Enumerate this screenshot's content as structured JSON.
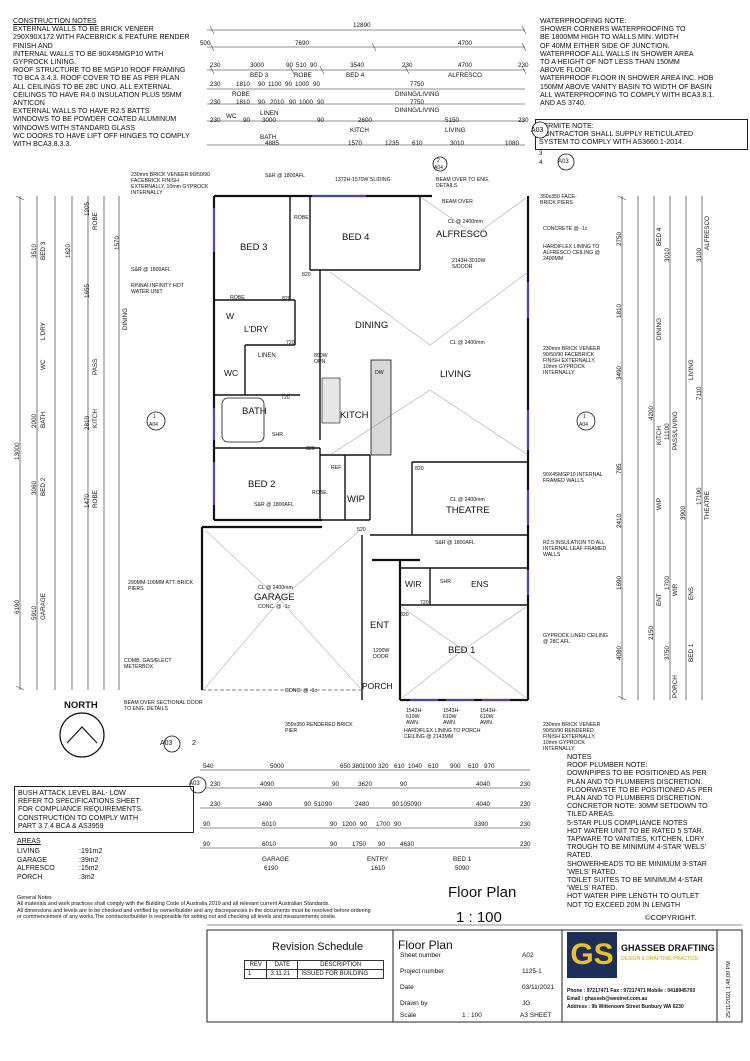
{
  "construction_notes": {
    "title": "CONSTRUCTION NOTES",
    "lines": [
      "EXTERNAL WALLS TO BE BRICK VENEER",
      "290X90X172 WITH FACEBRICK & FEATURE RENDER",
      "FINISH AND",
      "INTERNAL WALLS TO BE 90X45MGP10 WITH",
      "GYPROCK LINING.",
      "ROOF STRUCTURE TO BE MGP10 ROOF FRAMING",
      "TO BCA 3.4.3. ROOF COVER TO BE AS PER PLAN",
      "ALL CEILINGS TO BE 28C UNO. ALL EXTERNAL",
      "CEILINGS TO HAVE R4.0 INSULATION PLUS 55MM",
      "ANTICON",
      "EXTERNAL WALLS TO HAVE R2.5 BATTS",
      "WINDOWS TO BE POWDER COATED ALUMINUM",
      "WINDOWS WITH STANDARD GLASS",
      "WC DOORS TO HAVE LIFT OFF HINGES TO COMPLY",
      "WITH BCA3.8.3.3."
    ]
  },
  "waterproofing_notes": {
    "title": "WATERPROOFING NOTE:",
    "lines": [
      "SHOWER CORNERS WATERPROOFING TO",
      "BE 1800MM HIGH TO WALLS MIN. WIDTH",
      "OF 40MM EITHER SIDE OF JUNCTION.",
      "WATERPROOF ALL WALLS IN SHOWER AREA",
      "TO A HEIGHT OF NOT LESS THAN 150MM",
      "ABOVE FLOOR.",
      "WATERPROOF FLOOR IN SHOWER AREA INC. HOB",
      "150MM ABOVE VANITY BASIN TO WIDTH OF BASIN",
      "ALL WATERPROOFING TO COMPLY WITH BCA3.8.1.",
      "AND AS 3740."
    ]
  },
  "termite_note": {
    "title": "TERMITE NOTE:",
    "lines": [
      "CONTRACTOR SHALL SUPPLY RETICULATED",
      "SYSTEM TO COMPLY WITH AS3660.1-2014."
    ]
  },
  "top_dims": {
    "overall": "12890",
    "row1": [
      "500",
      "7690",
      "4700"
    ],
    "row2": [
      "230",
      "3000",
      "90",
      "510",
      "90",
      "3540",
      "230",
      "4700",
      "230"
    ],
    "row2_labels": [
      "BED 3",
      "ROBE",
      "BED 4",
      "ALFRESCO"
    ],
    "row3": [
      "230",
      "1810",
      "90",
      "1100",
      "90",
      "1000",
      "90",
      "7750"
    ],
    "row3_label": "DINING/LIVING",
    "row4": [
      "230",
      "1810",
      "90",
      "2010",
      "90",
      "1000",
      "90",
      "7750"
    ],
    "row4_labels": [
      "ROBE",
      "DINING/LIVING"
    ],
    "row5": [
      "230",
      "WC",
      "90",
      "3000",
      "90",
      "2600",
      "5150",
      "230"
    ],
    "row5_labels": [
      "LINEN",
      "KITCH",
      "LIVING"
    ],
    "row6": [
      "4885",
      "1570",
      "1235",
      "610",
      "3010",
      "1080"
    ],
    "row6_labels": [
      "BATH"
    ]
  },
  "rooms": {
    "bed3": "BED 3",
    "bed4": "BED 4",
    "alfresco": "ALFRESCO",
    "dining": "DINING",
    "living": "LIVING",
    "ldry": "L'DRY",
    "wc": "WC",
    "linen": "LINEN",
    "bath": "BATH",
    "kitch": "KITCH",
    "bed2": "BED 2",
    "wip": "WIP",
    "theatre": "THEATRE",
    "garage": "GARAGE",
    "wir": "WIR",
    "ens": "ENS",
    "ent": "ENT",
    "bed1": "BED 1",
    "porch": "PORCH",
    "robe": "ROBE",
    "shr": "SHR",
    "ref": "REF",
    "dw": "DW",
    "pass": "PASS"
  },
  "annotations": {
    "s_r_1800": "S&R @ 1800AFL",
    "sliding_1372": "1372H-1570W SLIDING",
    "beam_over_eng": "BEAM OVER TO ENG. DETAILS",
    "beam_over": "BEAM OVER",
    "facebrick_piers": "350x350 FACE-BRICK PIERS",
    "cl_2400": "CL @ 2400mm",
    "concrete": "CONCRETE @ -1c",
    "hardiflex_alfresco": "HARDIFLEX LINING TO ALFRESCO CEILING @ 2400MM",
    "sdoor": "2143H-3010W S/DOOR",
    "brick_veneer": "230mm BRICK VENEER 90/50/90 FACEBRICK FINISH EXTERNALLY, 10mm GYPROCK INTERNALLY",
    "rinnai": "RINNAI INFINITY HOT WATER UNIT",
    "s_r_1800b": "S&R @ 1800AFL",
    "internal_walls": "90X45MGP10 INTERNAL FRAMED WALLS",
    "insulation": "R2.5 INSULATION TO ALL INTERNAL LEAF FRAMED WALLS",
    "att_piers": "290MM-100MM ATT. BRICK PIERS",
    "gas_meter": "COMB. GAS/ELECT METERBOX",
    "conc_garage": "CONC. @ -1c",
    "gyprock_bed1": "GYPROCK LINED CEILING @ 28C AFL",
    "door_1200": "1200W DOOR",
    "conc_porch": "CONC. @ -1c",
    "beam_sectional": "BEAM OVER SECTIONAL DOOR TO ENG. DETAILS",
    "rendered_pier": "350x350 RENDERED BRICK PIER",
    "hardiflex_porch": "HARDIFLEX LINING TO PORCH CEILING @ 2143MM",
    "awn": "1543H-610W AWN.",
    "brick_veneer_b": "230mm BRICK VENEER 90/50/90 RENDERED FINISH EXTERNALLY, 10mm GYPROCK INTERNALLY",
    "opn": "800W OPN",
    "north": "NORTH",
    "d820": "820",
    "d720": "720",
    "d520": "520"
  },
  "section_markers": {
    "a03": "A03",
    "a04": "A04",
    "one": "1",
    "two": "2",
    "three": "3",
    "four": "4"
  },
  "left_dims": {
    "overall": "13000",
    "a": [
      "3510",
      "1205",
      "1655",
      "1820",
      "1570",
      "2000",
      "2810",
      "3060",
      "1470",
      "6190",
      "5910"
    ],
    "labels": [
      "BED 3",
      "ROBE",
      "L'DRY",
      "WC",
      "BATH",
      "BED 2",
      "GARAGE",
      "PASS",
      "KITCH",
      "ROBE",
      "DINING"
    ]
  },
  "right_dims": {
    "a": [
      "2750",
      "1810",
      "3490",
      "785",
      "2410",
      "1690",
      "4080",
      "7110",
      "17190",
      "3100",
      "3010",
      "4200",
      "11100",
      "3900",
      "1700",
      "2150",
      "3750"
    ],
    "labels": [
      "BED 4",
      "ALFRESCO",
      "DINING",
      "LIVING",
      "KITCH",
      "PASS/LIVING",
      "WIP",
      "THEATRE",
      "WIR",
      "ENT",
      "ENS",
      "BED 1",
      "PORCH"
    ]
  },
  "bottom_dims": {
    "row1": [
      "540",
      "5000",
      "650",
      "380",
      "1000",
      "320",
      "610",
      "1040",
      "610",
      "900",
      "610",
      "970"
    ],
    "row2": [
      "230",
      "4090",
      "90",
      "3620",
      "90",
      "4040",
      "230"
    ],
    "row3": [
      "230",
      "3490",
      "90",
      "510",
      "90",
      "2480",
      "90",
      "1050",
      "90",
      "4040",
      "230"
    ],
    "row4": [
      "90",
      "6010",
      "90",
      "1200",
      "90",
      "1700",
      "90",
      "3390",
      "230"
    ],
    "row5": [
      "90",
      "6010",
      "90",
      "1750",
      "90",
      "4630",
      "230"
    ],
    "row5_labels": [
      "GARAGE",
      "ENTRY",
      "BED 1"
    ],
    "row5_sub": [
      "6190",
      "1610",
      "5090"
    ]
  },
  "bal_note": [
    "BUSH ATTACK LEVEL BAL- LOW",
    "REFER TO SPECIFICATIONS SHEET",
    "FOR COMPLIANCE REQUIREMENTS.",
    "CONSTRUCTION TO COMPLY WITH",
    "PART 3.7.4 BCA & AS3959"
  ],
  "areas": {
    "title": "AREAS",
    "rows": [
      [
        "LIVING",
        ":191m2"
      ],
      [
        "GARAGE",
        ":39m2"
      ],
      [
        "ALFRESCO",
        ":15m2"
      ],
      [
        "PORCH",
        ":3m2"
      ]
    ]
  },
  "general_notes": {
    "title": "General Notes",
    "lines": [
      "All materials and work practices shall comply with the Building Code of Australia 2019 and all relevant current Australian Standards.",
      "All dimensions and levels are to be checked and verified by owner/builder and any discrepancies in the documents must be resolved before ordering",
      "or commencement of any works.The contractor/builder is responsible for setting out and checking all levels and measurements onsite."
    ]
  },
  "plumber_notes": {
    "lines": [
      "NOTES",
      "ROOF PLUMBER NOTE:",
      "DOWNPIPES TO BE POSITIONED AS PER",
      "PLAN AND TO PLUMBERS DISCRETION.",
      "FLOORWASTE TO BE POSITIONED AS PER",
      "PLAN AND TO PLUMBERS DISCRETION.",
      "CONCRETOR NOTE: 30MM SETDOWN TO",
      "TILED AREAS.",
      "5-STAR PLUS COMPLIANCE NOTES",
      "HOT WATER UNIT TO BE RATED 5 STAR.",
      "TAPWARE TO VANITIES, KITCHEN, LDRY",
      "TROUGH TO BE MINIMUM 4-STAR 'WELS'",
      "RATED.",
      "SHOWERHEADS TO BE MINIMUM 3-STAR",
      "'WELS' RATED.",
      "TOILET SUITES TO BE MINIMUM 4-STAR",
      "'WELS' RATED.",
      "HOT WATER PIPE LENGTH TO OUTLET",
      "NOT TO EXCEED 20M IN LENGTH"
    ]
  },
  "drawing_title": "Floor Plan",
  "scale": "1 : 100",
  "copyright": "©COPYRIGHT.",
  "revision": {
    "title": "Revision Schedule",
    "headers": [
      "REV",
      "DATE",
      "DESCRIPTION"
    ],
    "rows": [
      [
        "1",
        "3.11.21",
        "ISSUED FOR BUILDING"
      ]
    ]
  },
  "sheet": {
    "title": "Floor Plan",
    "rows": [
      [
        "Sheet number",
        "A02"
      ],
      [
        "Project number",
        "1125-1"
      ],
      [
        "Date",
        "03/11/2021"
      ],
      [
        "Drawn by",
        "JG"
      ],
      [
        "Scale",
        "1 : 100",
        "A3 SHEET"
      ]
    ]
  },
  "company": {
    "logo": "GS",
    "name": "GHASSEB DRAFTING",
    "tagline": "DESIGN & DRAFTING PRACTICE",
    "phone": "Phone : 97217471    Fax : 97217471    Mobile : 0418945793",
    "email": "Email : ghasseb@westnet.com.au",
    "address": "Address : 9b Wittenoom Street  Bunbury WA 6230",
    "brand_color": "#1a2f5a",
    "accent_color": "#f0c020"
  },
  "timestamp": "25/11/2021 1:48:09 PM"
}
